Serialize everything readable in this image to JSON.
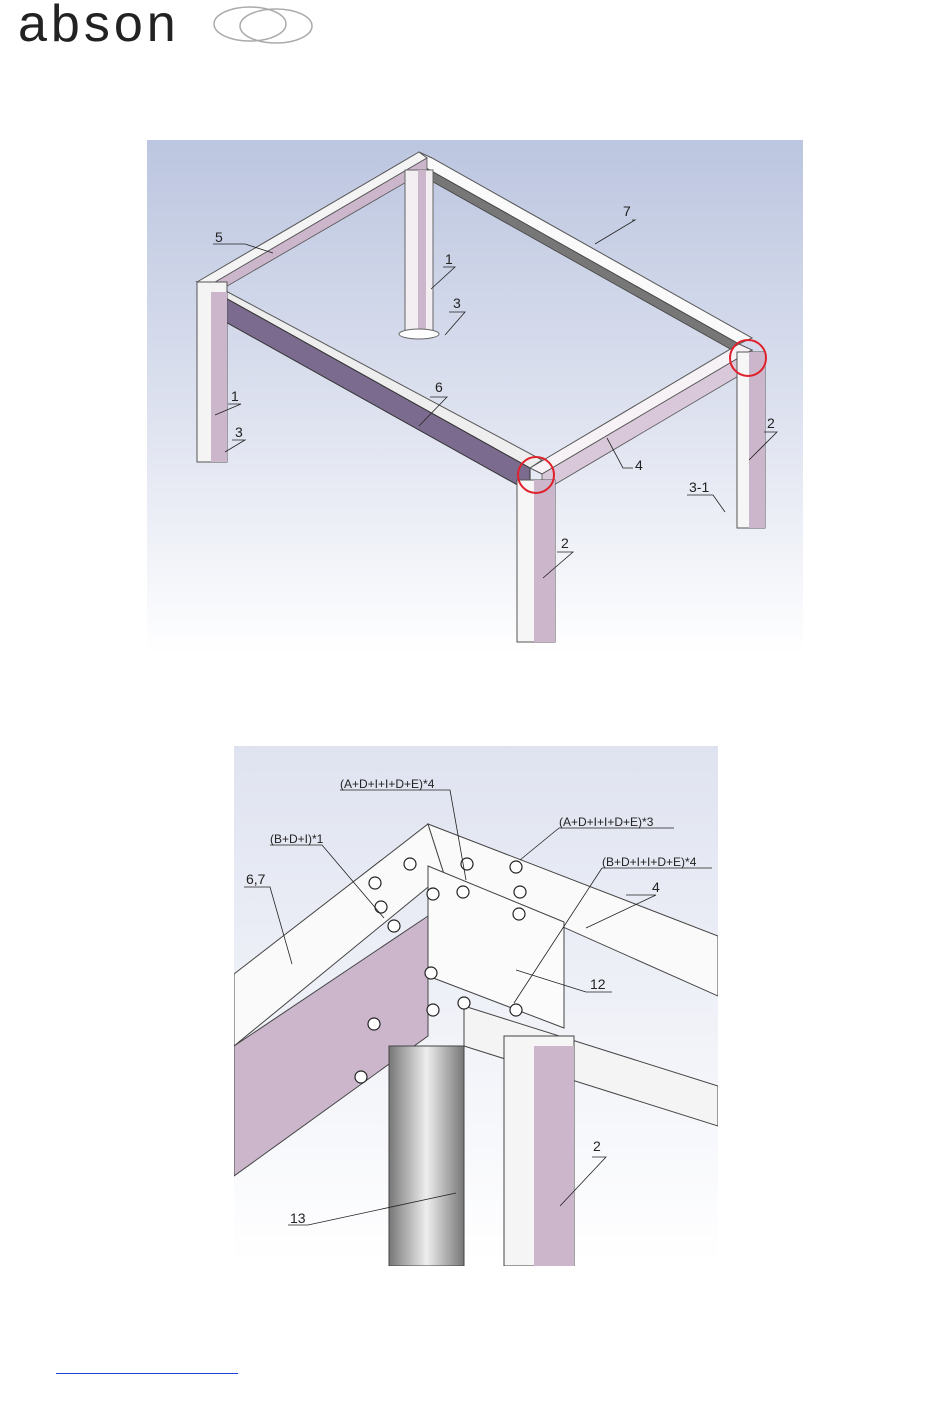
{
  "header": {
    "brand": "abson"
  },
  "figure1": {
    "callouts": {
      "c1a": "1",
      "c1b": "1",
      "c2a": "2",
      "c2b": "2",
      "c3a": "3",
      "c3b": "3",
      "c3_1": "3-1",
      "c4": "4",
      "c5": "5",
      "c6": "6",
      "c7": "7"
    }
  },
  "figure2": {
    "callouts": {
      "b1": "(A+D+I+I+D+E)*4",
      "b2": "(A+D+I+I+D+E)*3",
      "b3": "(B+D+I)*1",
      "b4": "(B+D+I+I+D+E)*4",
      "p67": "6,7",
      "p4": "4",
      "p12": "12",
      "p2": "2",
      "p13": "13"
    }
  },
  "colors": {
    "accent": "#c9b6c9",
    "highlight_circle": "#e0202a",
    "link": "#1f3fd6"
  }
}
